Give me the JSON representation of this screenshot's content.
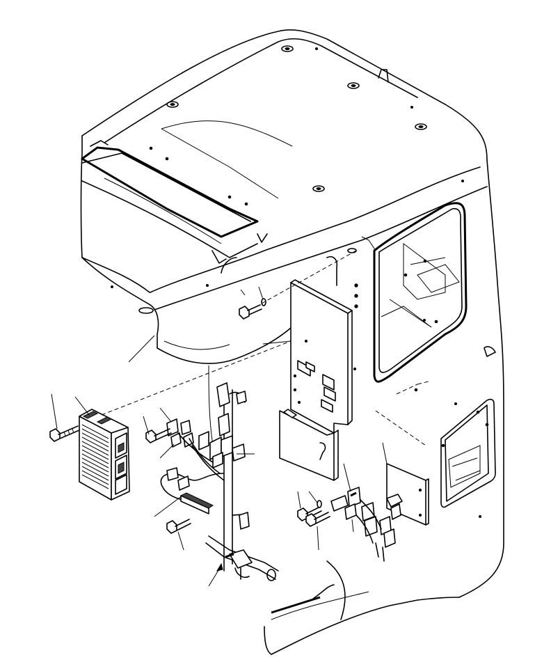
{
  "diagram": {
    "kind": "exploded parts illustration",
    "parts": [
      {
        "id": "cab-shell",
        "icon": "cab-icon"
      },
      {
        "id": "roof-window",
        "icon": "window-icon"
      },
      {
        "id": "side-window",
        "icon": "window-icon"
      },
      {
        "id": "rear-window",
        "icon": "window-icon"
      },
      {
        "id": "mounting-bracket",
        "icon": "bracket-plate-icon"
      },
      {
        "id": "controller-unit",
        "icon": "controller-icon"
      },
      {
        "id": "wiring-harness",
        "icon": "harness-icon"
      },
      {
        "id": "relay-plate",
        "icon": "bracket-plate-icon"
      },
      {
        "id": "bolts",
        "icon": "bolt-icon"
      },
      {
        "id": "washers",
        "icon": "washer-icon"
      },
      {
        "id": "callout-leaders",
        "icon": "leader-line-icon"
      }
    ]
  }
}
